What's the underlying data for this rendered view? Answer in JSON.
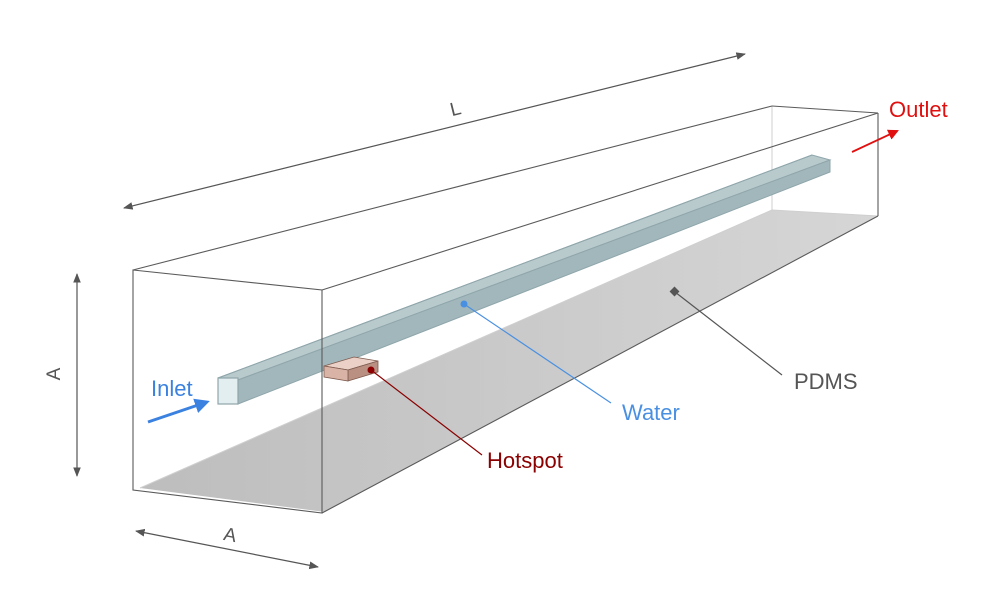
{
  "labels": {
    "length": "L",
    "height": "A",
    "width": "A",
    "inlet": "Inlet",
    "outlet": "Outlet",
    "water": "Water",
    "pdms": "PDMS",
    "hotspot": "Hotspot"
  },
  "colors": {
    "inlet": "#3b82e0",
    "outlet": "#e01010",
    "water": "#4a90e2",
    "pdms": "#555555",
    "hotspot": "#8b0000",
    "channel": "#9fb3b8",
    "hotspot_fill": "#d9b3a6",
    "floor": "#c9c9c9"
  }
}
